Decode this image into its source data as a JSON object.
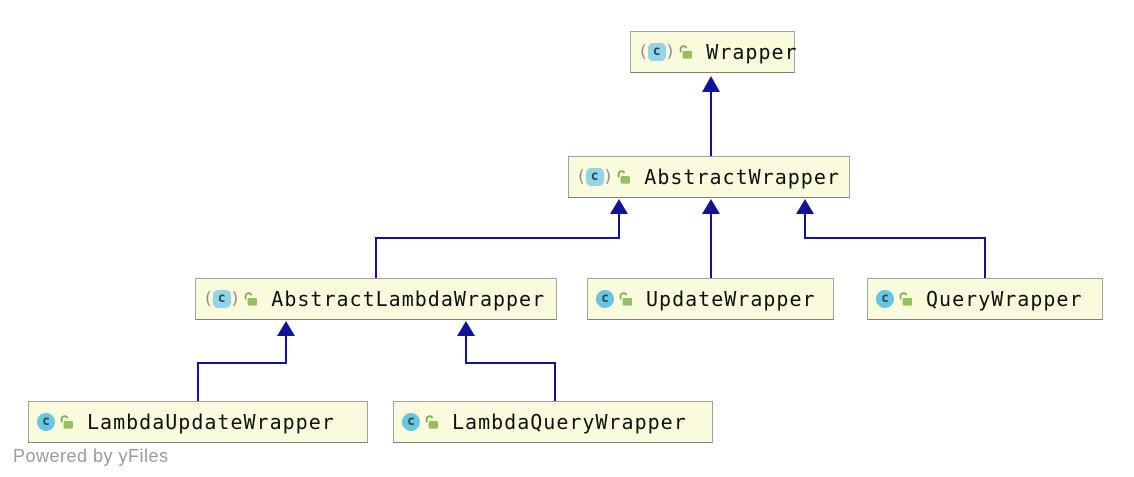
{
  "diagram": {
    "title": "wrapper class inheritance diagram",
    "icons": {
      "class_letter": "c",
      "abstract_paren_left": "(",
      "abstract_paren_right": ")",
      "class_icon": "circle-c-class-icon",
      "visibility_icon": "green-open-padlock-public"
    },
    "colors": {
      "node_fill": "#fafadd",
      "node_border": "#a2a2a2",
      "edge": "#131399",
      "class_icon_bg": "#67c6e0",
      "abstract_icon_bg": "#93d5e8",
      "lock_green": "#96bf60",
      "watermark": "#9b9b9b"
    },
    "nodes": [
      {
        "id": "wrapper",
        "label": "Wrapper",
        "abstract": true,
        "visibility": "public"
      },
      {
        "id": "abstract-wrapper",
        "label": "AbstractWrapper",
        "abstract": true,
        "visibility": "public"
      },
      {
        "id": "abstract-lambda-wrapper",
        "label": "AbstractLambdaWrapper",
        "abstract": true,
        "visibility": "public"
      },
      {
        "id": "update-wrapper",
        "label": "UpdateWrapper",
        "abstract": false,
        "visibility": "public"
      },
      {
        "id": "query-wrapper",
        "label": "QueryWrapper",
        "abstract": false,
        "visibility": "public"
      },
      {
        "id": "lambda-update-wrapper",
        "label": "LambdaUpdateWrapper",
        "abstract": false,
        "visibility": "public"
      },
      {
        "id": "lambda-query-wrapper",
        "label": "LambdaQueryWrapper",
        "abstract": false,
        "visibility": "public"
      }
    ],
    "edges": [
      {
        "from": "AbstractWrapper",
        "to": "Wrapper",
        "type": "extends"
      },
      {
        "from": "AbstractLambdaWrapper",
        "to": "AbstractWrapper",
        "type": "extends"
      },
      {
        "from": "UpdateWrapper",
        "to": "AbstractWrapper",
        "type": "extends"
      },
      {
        "from": "QueryWrapper",
        "to": "AbstractWrapper",
        "type": "extends"
      },
      {
        "from": "LambdaUpdateWrapper",
        "to": "AbstractLambdaWrapper",
        "type": "extends"
      },
      {
        "from": "LambdaQueryWrapper",
        "to": "AbstractLambdaWrapper",
        "type": "extends"
      }
    ],
    "watermark": "Powered by yFiles"
  }
}
